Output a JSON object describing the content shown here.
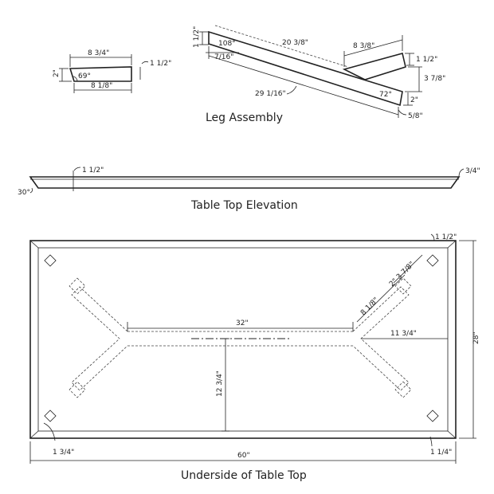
{
  "titles": {
    "leg_assembly": "Leg Assembly",
    "top_elevation": "Table Top Elevation",
    "underside": "Underside of Table Top"
  },
  "leg_block": {
    "top_width": "8 3/4\"",
    "bottom_width": "8 1/8\"",
    "height": "2\"",
    "angle": "69°",
    "thickness": "1 1/2\""
  },
  "leg_assembly": {
    "long_length": "20 3/8\"",
    "short_length": "8 3/8\"",
    "overall_length": "29 1/16\"",
    "angle_top": "108°",
    "angle_bottom": "72°",
    "end_offset": "7/16\"",
    "left_thickness": "1 1/2\"",
    "right_thickness": "1 1/2\"",
    "spread": "3 7/8\"",
    "end_height": "2\"",
    "end_cut": "5/8\""
  },
  "elevation": {
    "thickness": "1 1/2\"",
    "edge_angle": "30°",
    "top_reveal": "3/4\""
  },
  "underside": {
    "length": "60\"",
    "width": "28\"",
    "border": "1 1/2\"",
    "inset_left": "1 3/4\"",
    "inset_right": "1 1/4\"",
    "stretcher": "32\"",
    "offset_right": "11 3/4\"",
    "half_width": "12 3/4\"",
    "arm_length": "8 1/8\"",
    "arm_detail": "2\" 3 7/8\""
  }
}
